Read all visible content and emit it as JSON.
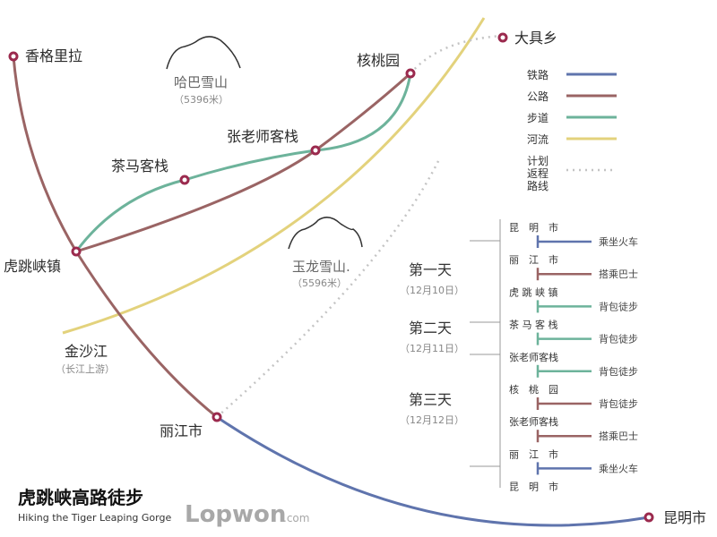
{
  "colors": {
    "rail": "#5f74ad",
    "road": "#9a6464",
    "trail": "#6db39b",
    "river": "#e3d27c",
    "planned": "#c4c4c4",
    "node": "#9b2a4e"
  },
  "places": {
    "shangrila": "香格里拉",
    "haba_mountain": "哈巴雪山",
    "haba_height": "（5396米）",
    "walnut_garden": "核桃园",
    "daju": "大具乡",
    "teacher_zhang": "张老师客栈",
    "tea_horse": "茶马客栈",
    "hutiaoxia_town": "虎跳峡镇",
    "yulong_mountain": "玉龙雪山.",
    "yulong_height": "（5596米）",
    "jinsha_river": "金沙江",
    "jinsha_note": "（长江上游）",
    "lijiang": "丽江市",
    "kunming": "昆明市"
  },
  "legend": {
    "rail": "铁路",
    "road": "公路",
    "trail": "步道",
    "river": "河流",
    "planned": [
      "计划",
      "返程",
      "路线"
    ]
  },
  "itinerary": {
    "days": [
      {
        "label": "第一天",
        "date": "（12月10日）"
      },
      {
        "label": "第二天",
        "date": "（12月11日）"
      },
      {
        "label": "第三天",
        "date": "（12月12日）"
      }
    ],
    "stations": [
      "昆　明　市",
      "丽　江　市",
      "虎 跳 峡 镇",
      "茶 马 客 栈",
      "张老师客栈",
      "核　桃　园",
      "张老师客栈",
      "丽　江　市",
      "昆　明　市"
    ],
    "legs": [
      {
        "mode": "乘坐火车",
        "type": "rail"
      },
      {
        "mode": "搭乘巴士",
        "type": "road"
      },
      {
        "mode": "背包徒步",
        "type": "trail"
      },
      {
        "mode": "背包徒步",
        "type": "trail"
      },
      {
        "mode": "背包徒步",
        "type": "trail"
      },
      {
        "mode": "背包徒步",
        "type": "road"
      },
      {
        "mode": "搭乘巴士",
        "type": "road"
      },
      {
        "mode": "乘坐火车",
        "type": "rail"
      }
    ]
  },
  "title": "虎跳峡高路徒步",
  "subtitle": "Hiking the Tiger Leaping Gorge",
  "logo": {
    "main": "Lopwon",
    "suffix": ".com"
  }
}
